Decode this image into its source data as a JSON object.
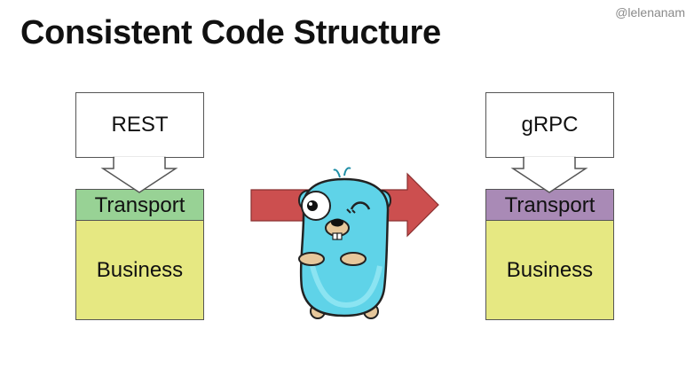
{
  "watermark": "@lelenanam",
  "title": "Consistent Code Structure",
  "left_stack": {
    "api_label": "REST",
    "transport_label": "Transport",
    "business_label": "Business",
    "transport_color": "#98d295"
  },
  "right_stack": {
    "api_label": "gRPC",
    "transport_label": "Transport",
    "business_label": "Business",
    "transport_color": "#a98ab6"
  },
  "colors": {
    "business": "#e6e882",
    "arrow": "#cc4f4f",
    "gopher_body": "#5fd3e8"
  },
  "icons": [
    "gopher-mascot-icon",
    "right-arrow-icon"
  ]
}
